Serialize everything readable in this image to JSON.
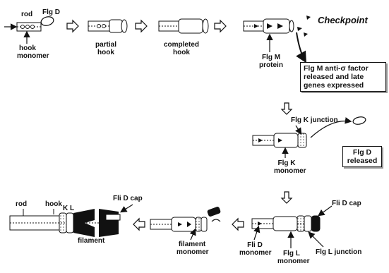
{
  "title": "Checkpoint",
  "labels": {
    "rod_top": "rod",
    "flgd_top": "Flg D",
    "hook_monomer_1": "hook",
    "hook_monomer_2": "monomer",
    "partial_1": "partial",
    "partial_2": "hook",
    "completed_1": "completed",
    "completed_2": "hook",
    "flgm_1": "Flg M",
    "flgm_2": "protein",
    "flgk_junction": "Flg K junction",
    "flgk_mono_1": "Flg K",
    "flgk_mono_2": "monomer",
    "flid_cap_right": "Fli D cap",
    "flid_mono_1": "Fli D",
    "flid_mono_2": "monomer",
    "flgl_mono_1": "Flg L",
    "flgl_mono_2": "monomer",
    "flgl_junction": "Flg L junction",
    "filament_mono_1": "filament",
    "filament_mono_2": "monomer",
    "rod_bottom": "rod",
    "hook_bottom": "hook",
    "kl": "K L",
    "flid_cap_left": "Fli D cap",
    "filament": "filament"
  },
  "boxes": {
    "flgm_release_1": "Flg M anti-σ factor",
    "flgm_release_2": "released and late",
    "flgm_release_3": "genes expressed",
    "flgd_release_1": "Flg D",
    "flgd_release_2": "released"
  }
}
